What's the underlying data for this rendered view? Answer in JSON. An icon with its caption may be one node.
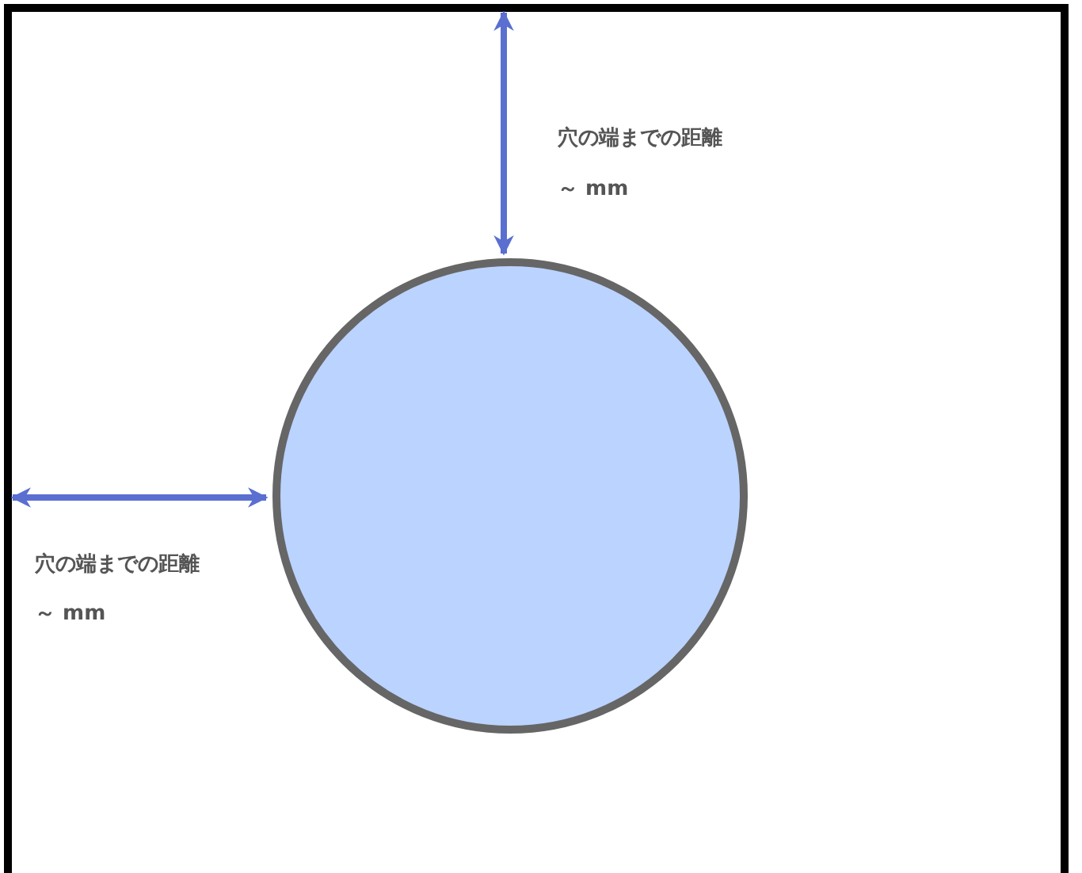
{
  "diagram": {
    "nodes": [
      {
        "text": [],
        "shape": "circle"
      }
    ],
    "labels": [
      "穴の端までの距離",
      "～ mm",
      "穴の端までの距離",
      "～ mm"
    ]
  }
}
